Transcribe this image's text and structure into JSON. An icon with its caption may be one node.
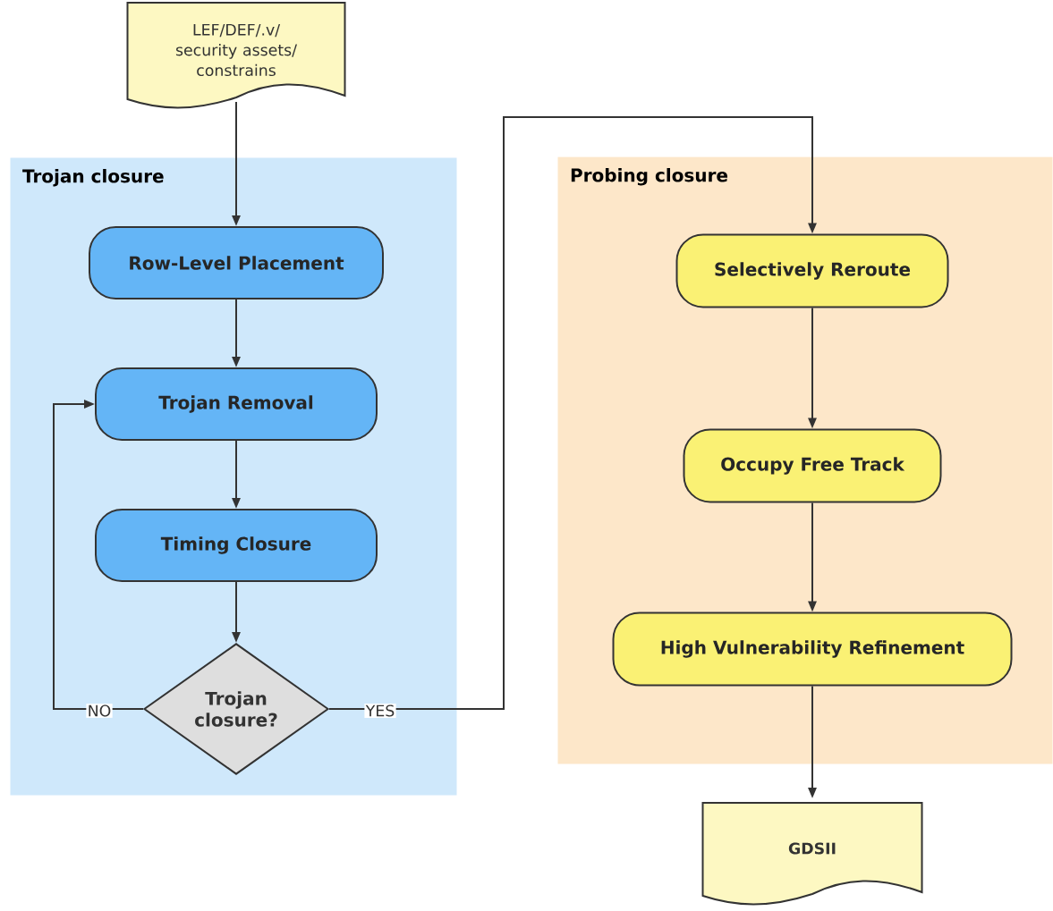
{
  "diagram": {
    "nodes": [
      {
        "text": [
          "LEF/DEF/.v/ security assets/ constrains"
        ]
      },
      {
        "text": [
          "Trojan closure"
        ]
      },
      {
        "text": [
          "Row-Level Placement"
        ],
        "in": 1
      },
      {
        "text": [
          "Trojan Removal"
        ],
        "in": 1
      },
      {
        "text": [
          "Timing Closure"
        ],
        "in": 1
      },
      {
        "text": [
          "Trojan closure?"
        ],
        "in": 1
      },
      {
        "text": [
          "Probing closure"
        ]
      },
      {
        "text": [
          "Selectively Reroute"
        ],
        "in": 6
      },
      {
        "text": [
          "Occupy Free Track"
        ],
        "in": 6
      },
      {
        "text": [
          "High Vulnerability Refinement"
        ],
        "in": 6
      },
      {
        "text": [
          "GDSII"
        ]
      }
    ],
    "edges": [
      {
        "from": 0,
        "to": 2,
        "arrow": "to"
      },
      {
        "from": 2,
        "to": 3,
        "arrow": "to"
      },
      {
        "from": 3,
        "to": 4,
        "arrow": "to"
      },
      {
        "from": 4,
        "to": 5,
        "arrow": "to"
      },
      {
        "from": 5,
        "to": 3,
        "arrow": "to",
        "label": "NO"
      },
      {
        "from": 5,
        "to": 7,
        "arrow": "to",
        "label": "YES"
      },
      {
        "from": 7,
        "to": 8,
        "arrow": "to"
      },
      {
        "from": 8,
        "to": 9,
        "arrow": "to"
      },
      {
        "from": 9,
        "to": 10,
        "arrow": "to"
      }
    ]
  }
}
